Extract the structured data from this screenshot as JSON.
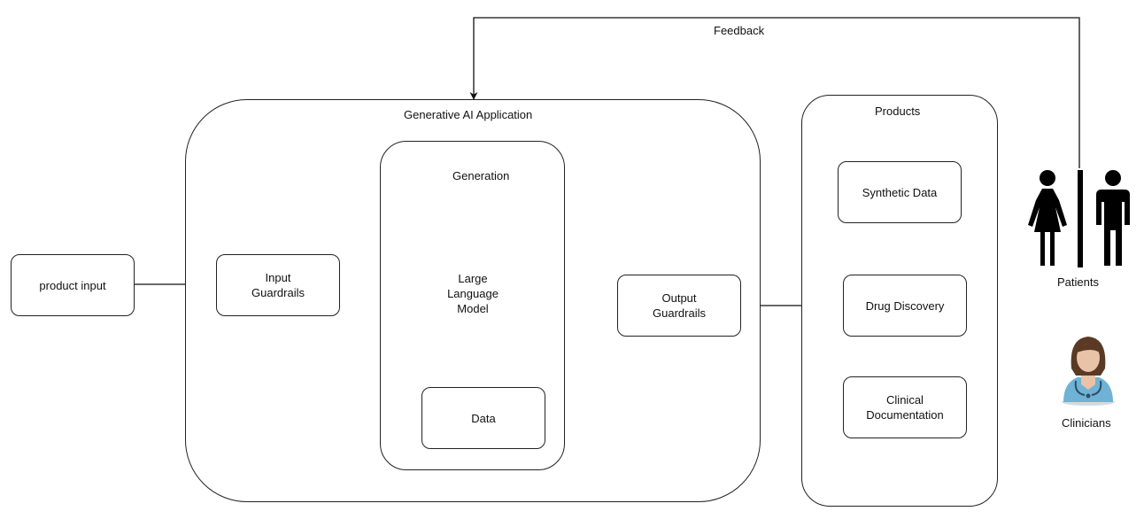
{
  "feedback_label": "Feedback",
  "product_input": "product input",
  "app_container_title": "Generative AI Application",
  "input_guardrails": "Input\nGuardrails",
  "generation_title": "Generation",
  "llm_label": "Large\nLanguage\nModel",
  "data_label": "Data",
  "output_guardrails": "Output\nGuardrails",
  "products_title": "Products",
  "products": [
    "Synthetic Data",
    "Drug Discovery",
    "Clinical\nDocumentation"
  ],
  "patients_label": "Patients",
  "clinicians_label": "Clinicians",
  "icons": {
    "patients": "restroom-people-icon",
    "clinicians": "doctor-avatar-icon"
  },
  "colors": {
    "stroke": "#222222",
    "skin": "#e9c3a7",
    "hair": "#5a3a24",
    "scrubs": "#6fb2d6"
  }
}
